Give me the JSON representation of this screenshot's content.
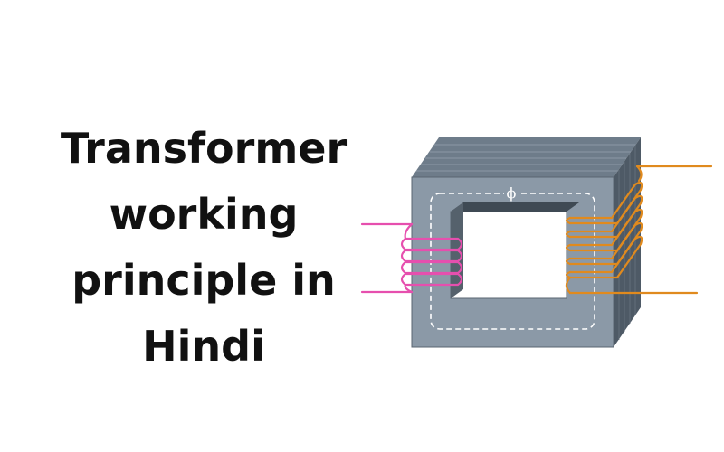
{
  "title_lines": [
    "Transformer",
    "working",
    "principle in",
    "Hindi"
  ],
  "diagram": {
    "flux_symbol": "ϕ",
    "colors": {
      "core_front": "#8b99a7",
      "core_top": "#6e7c8a",
      "core_side": "#4e5a66",
      "core_inner": "#3f4a54",
      "primary_winding": "#e64fae",
      "secondary_winding": "#e08a1e",
      "flux_path": "#ffffff"
    }
  }
}
